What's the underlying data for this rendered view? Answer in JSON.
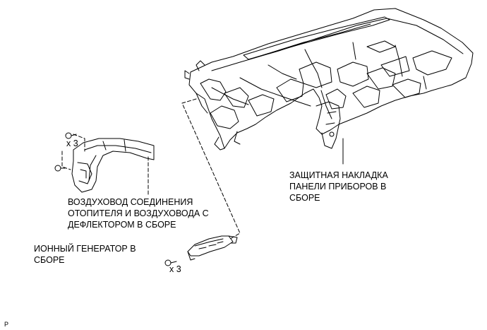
{
  "labels": {
    "instrument_panel": [
      "ЗАЩИТНАЯ НАКЛАДКА",
      "ПАНЕЛИ ПРИБОРОВ В",
      "СБОРЕ"
    ],
    "heater_duct": [
      "ВОЗДУХОВОД СОЕДИНЕНИЯ",
      "ОТОПИТЕЛЯ И ВОЗДУХОВОДА С",
      "ДЕФЛЕКТОРОМ В СБОРЕ"
    ],
    "ion_generator": [
      "ИОННЫЙ ГЕНЕРАТОР В",
      "СБОРЕ"
    ]
  },
  "quantities": {
    "duct_screws": "x 3",
    "ion_screws": "x 3"
  },
  "corner_tag": "P",
  "colors": {
    "line": "#000000",
    "background": "#ffffff"
  }
}
